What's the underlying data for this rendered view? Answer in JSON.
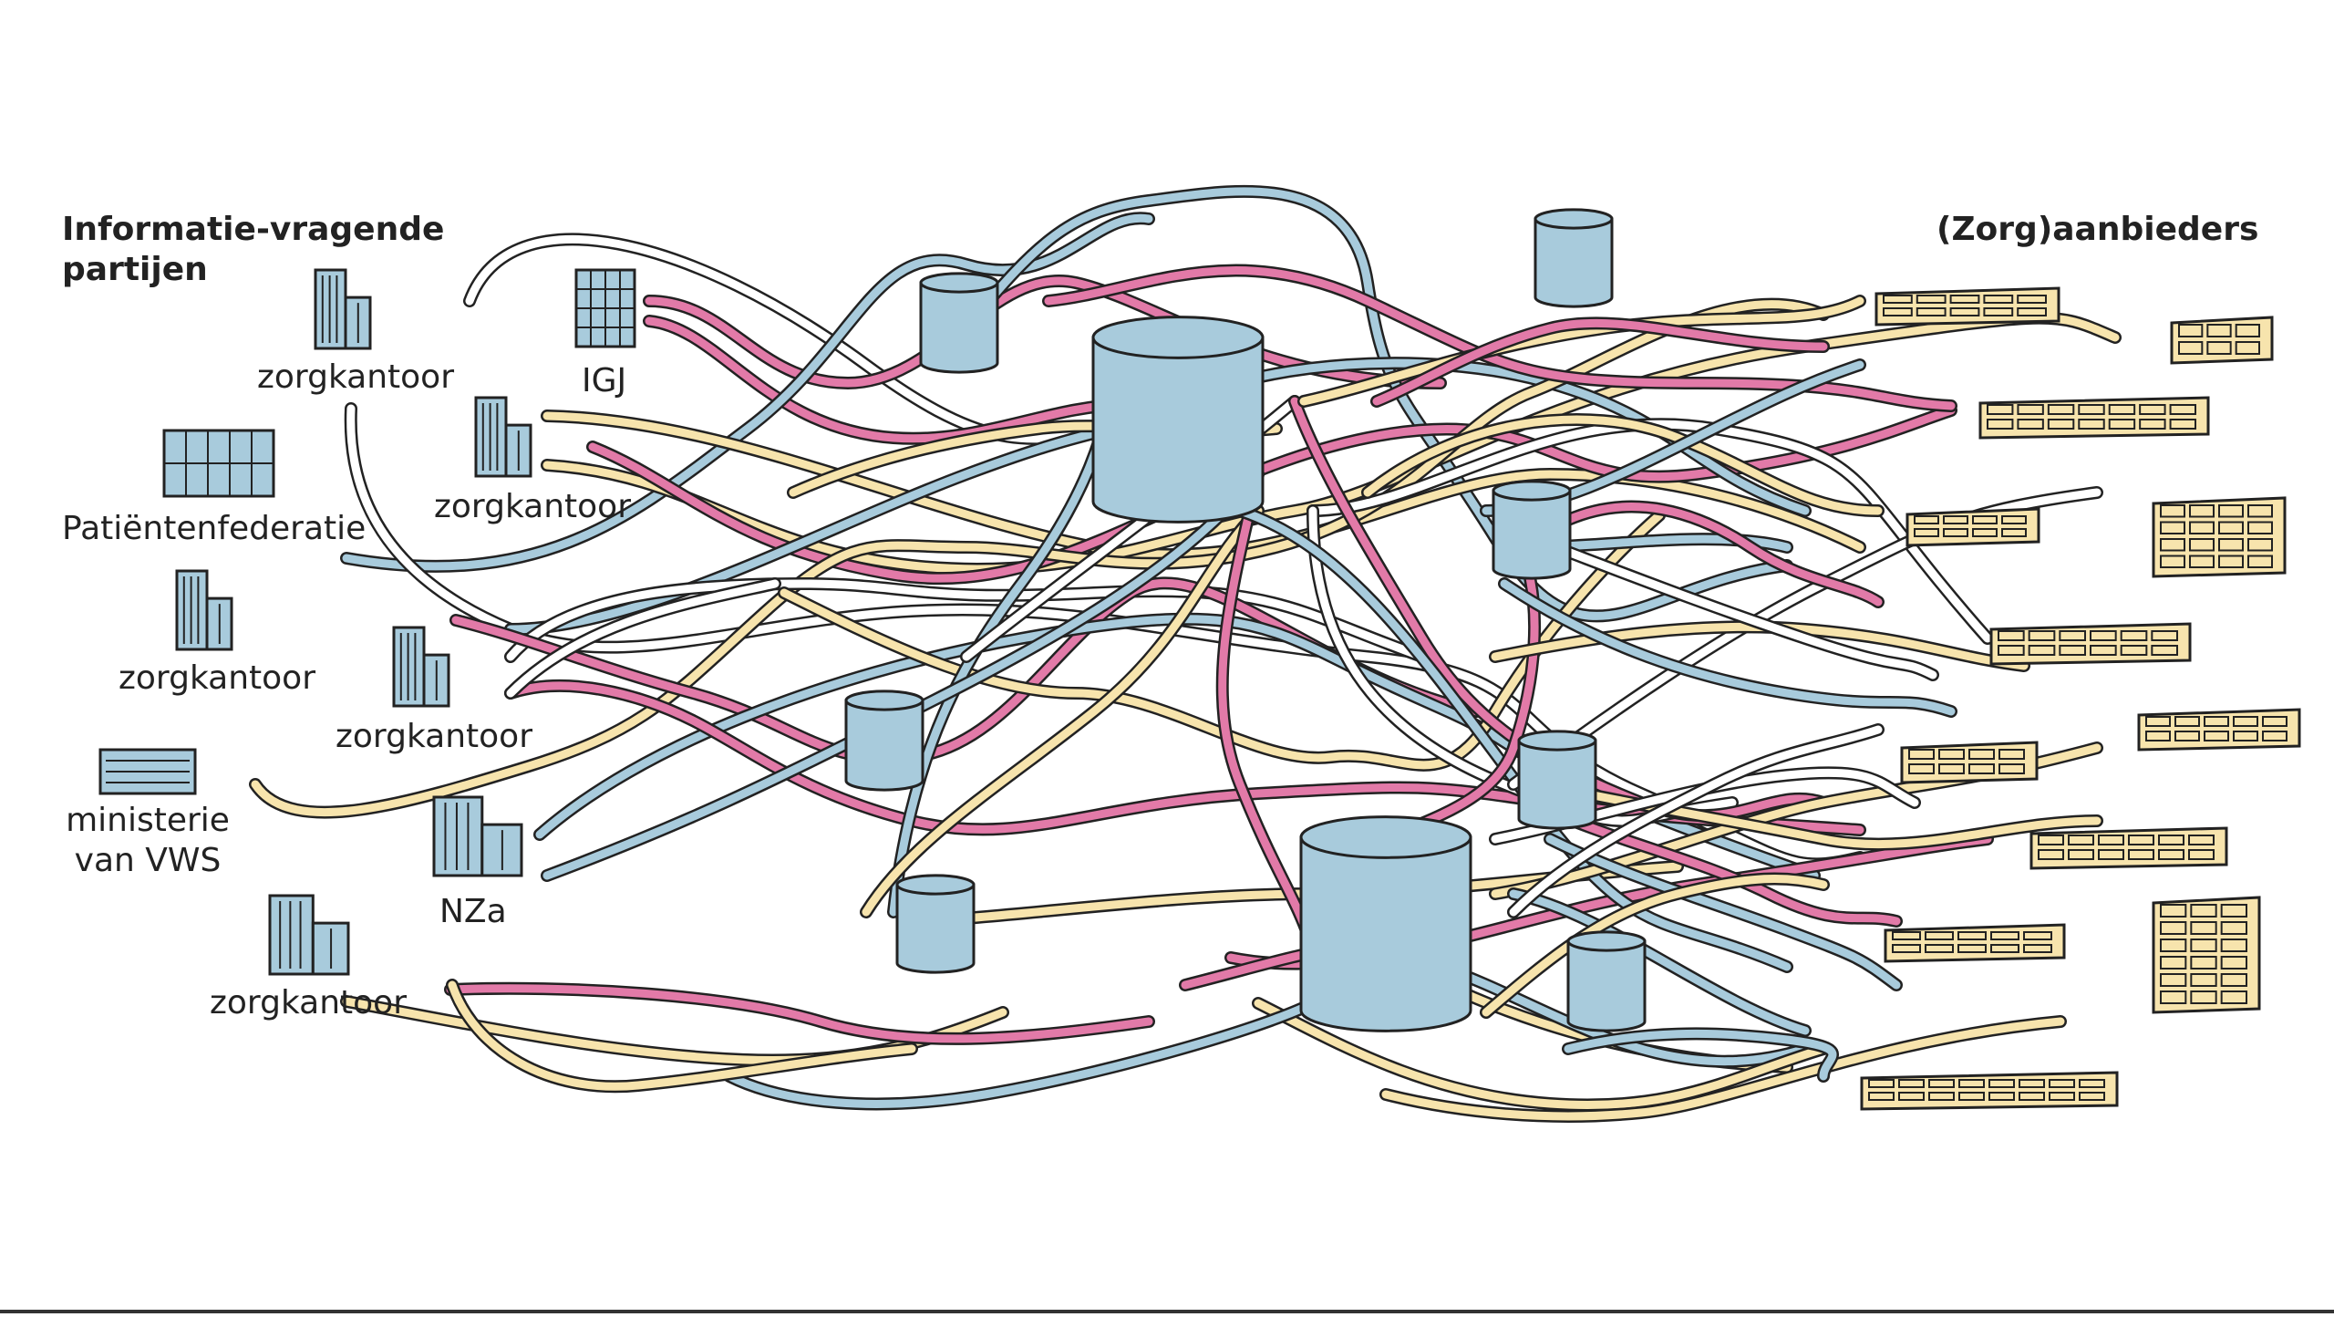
{
  "headings": {
    "requesters": [
      "Informatie-vragende",
      "partijen"
    ],
    "providers": "(Zorg)aanbieders"
  },
  "labels": {
    "zorgkantoor_1": "zorgkantoor",
    "igj": "IGJ",
    "zorgkantoor_2": "zorgkantoor",
    "patientenfederatie": "Patiëntenfederatie",
    "zorgkantoor_3": "zorgkantoor",
    "zorgkantoor_4": "zorgkantoor",
    "ministerie": [
      "ministerie",
      "van VWS"
    ],
    "nza": "NZa",
    "zorgkantoor_5": "zorgkantoor"
  },
  "colors": {
    "blue": "#a8cbdc",
    "pink": "#e27aa8",
    "yellow": "#f7e4ad",
    "white_line": "#ffffff",
    "outline": "#222222",
    "hospital": "#f7e4ad"
  }
}
